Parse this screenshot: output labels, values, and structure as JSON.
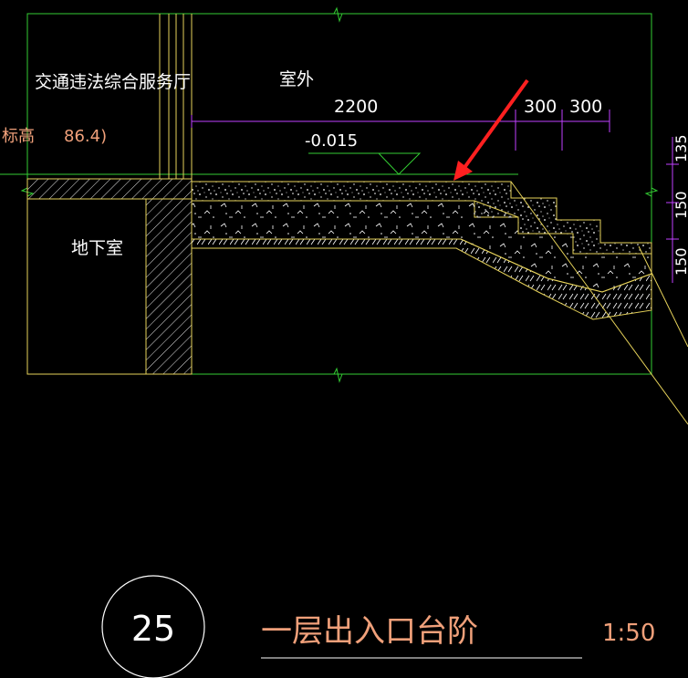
{
  "labels": {
    "building_name": "交通违法综合服务厅",
    "elevation_prefix": "标高",
    "elevation_value": "86.4)",
    "outdoor": "室外",
    "basement": "地下室",
    "dim_main": "2200",
    "dim_step1": "300",
    "dim_step2": "300",
    "level_mark": "-0.015",
    "dim_right1": "135",
    "dim_right2": "150",
    "dim_right3": "150"
  },
  "title_block": {
    "detail_number": "25",
    "title": "一层出入口台阶",
    "scale": "1:50"
  },
  "colors": {
    "background": "#000000",
    "frame_green": "#33cc33",
    "wall_yellow": "#e6d25a",
    "dimension_magenta": "#c040ff",
    "text_white": "#ffffff",
    "text_orange": "#f0a07a",
    "arrow_red": "#ff2020",
    "dim_text_white": "#ffffff"
  }
}
